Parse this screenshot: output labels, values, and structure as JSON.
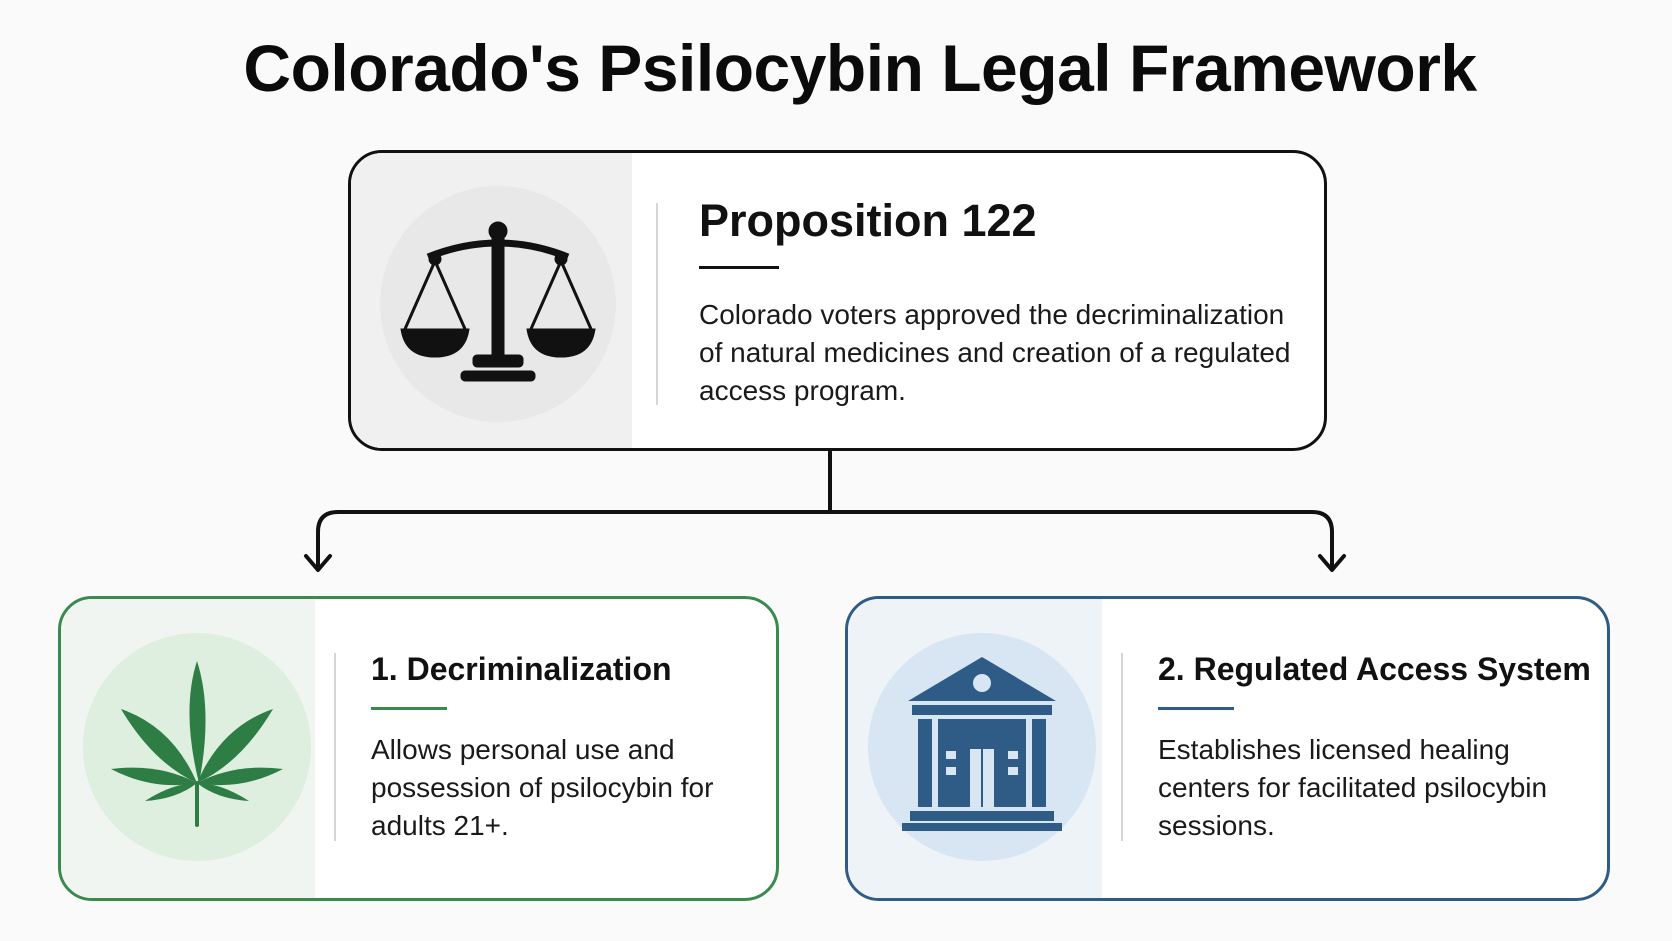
{
  "title": "Colorado's Psilocybin Legal Framework",
  "proposition": {
    "heading": "Proposition 122",
    "body": "Colorado voters approved the decriminalization of natural medicines and creation of a regulated access program.",
    "icon": "scales-of-justice-icon"
  },
  "branches": [
    {
      "heading": "1. Decriminalization",
      "body": "Allows personal use and possession of psilocybin for adults 21+.",
      "icon": "leaf-icon",
      "color": "#3a8a4e"
    },
    {
      "heading": "2. Regulated Access System",
      "body": "Establishes licensed healing centers for facilitated psilocybin sessions.",
      "icon": "government-building-icon",
      "color": "#2f5b87"
    }
  ]
}
